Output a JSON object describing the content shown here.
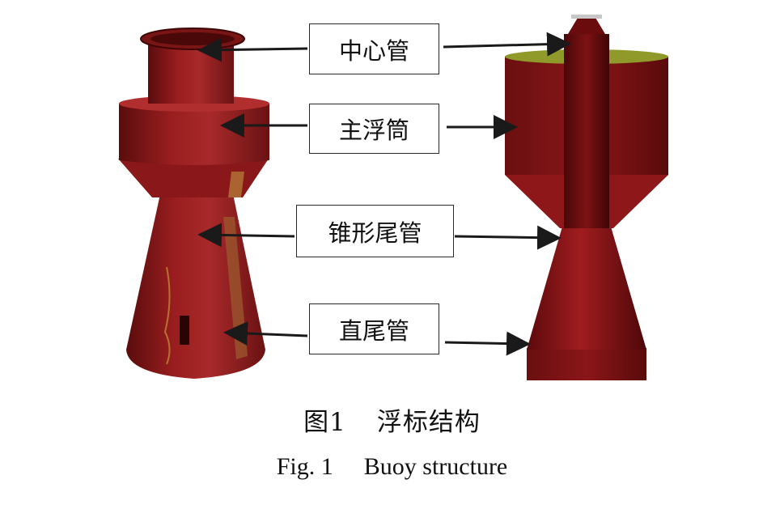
{
  "labels": {
    "center_tube": "中心管",
    "main_float": "主浮筒",
    "cone_tail": "锥形尾管",
    "straight_tail": "直尾管"
  },
  "caption": {
    "cn_number": "图1",
    "cn_title": "浮标结构",
    "en_number": "Fig. 1",
    "en_title": "Buoy structure"
  },
  "colors": {
    "buoy_red": "#8e1a1a",
    "buoy_dark": "#5e0c0c",
    "buoy_highlight": "#b02a2a",
    "top_disc": "#8f9a2a"
  }
}
